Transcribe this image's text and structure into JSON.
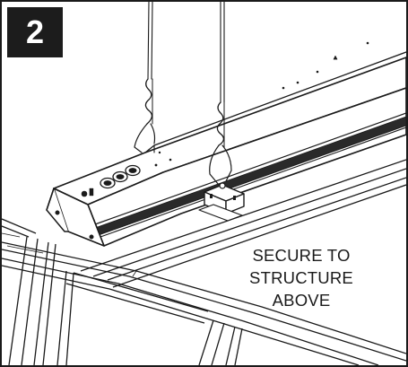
{
  "step": {
    "number": "2"
  },
  "instruction": {
    "lines": [
      "SECURE TO",
      "STRUCTURE",
      "ABOVE"
    ]
  },
  "colors": {
    "ink": "#1a1a1a",
    "badge_background": "#1c1c1c",
    "badge_text": "#ffffff",
    "paper": "#ffffff"
  },
  "icons": {
    "fixture": "linear-light-fixture",
    "cable": "suspension-cable",
    "grid": "ceiling-grid"
  }
}
